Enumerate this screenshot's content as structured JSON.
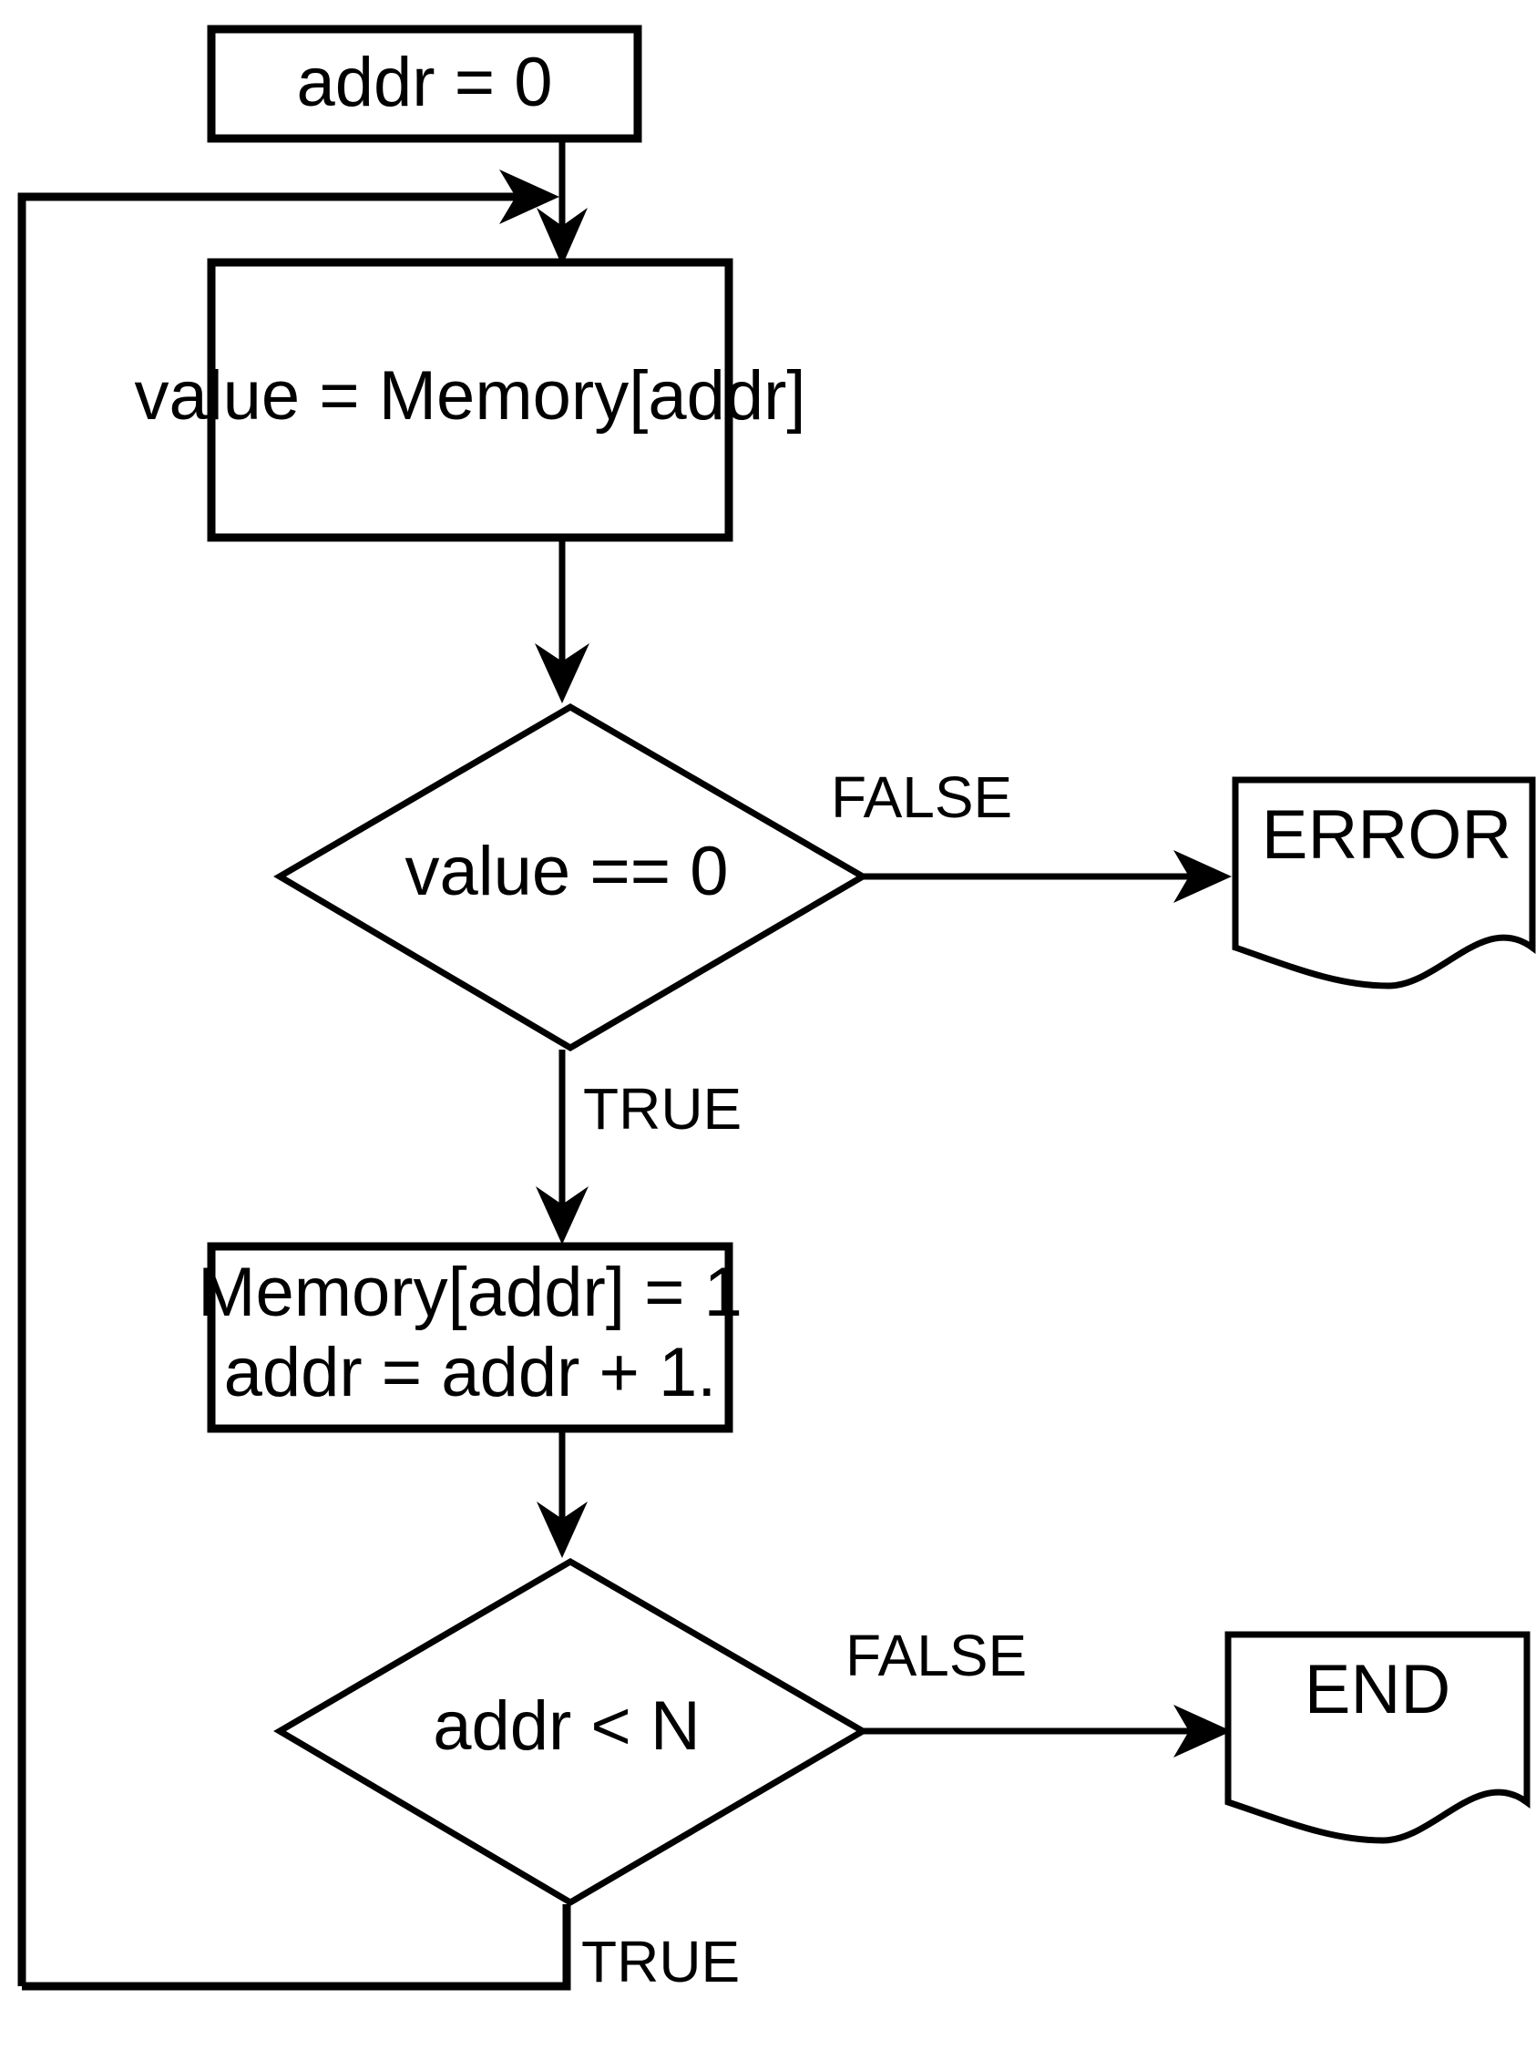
{
  "diagram": {
    "type": "flowchart",
    "title": "Memory scan flowchart",
    "background_color": "#ffffff",
    "line_color": "#000000",
    "text_color": "#000000",
    "nodes": [
      {
        "id": "init",
        "shape": "process",
        "text": "addr = 0"
      },
      {
        "id": "read",
        "shape": "process",
        "text": "value = Memory[addr]"
      },
      {
        "id": "check_zero",
        "shape": "decision",
        "text": "value == 0"
      },
      {
        "id": "error",
        "shape": "document",
        "text": "ERROR"
      },
      {
        "id": "write",
        "shape": "process",
        "line1": "Memory[addr] = 1",
        "line2": "addr = addr + 1."
      },
      {
        "id": "check_bound",
        "shape": "decision",
        "text": "addr < N"
      },
      {
        "id": "end",
        "shape": "document",
        "text": "END"
      }
    ],
    "edge_labels": {
      "check_zero_false": "FALSE",
      "check_zero_true": "TRUE",
      "check_bound_false": "FALSE",
      "check_bound_true": "TRUE"
    }
  }
}
